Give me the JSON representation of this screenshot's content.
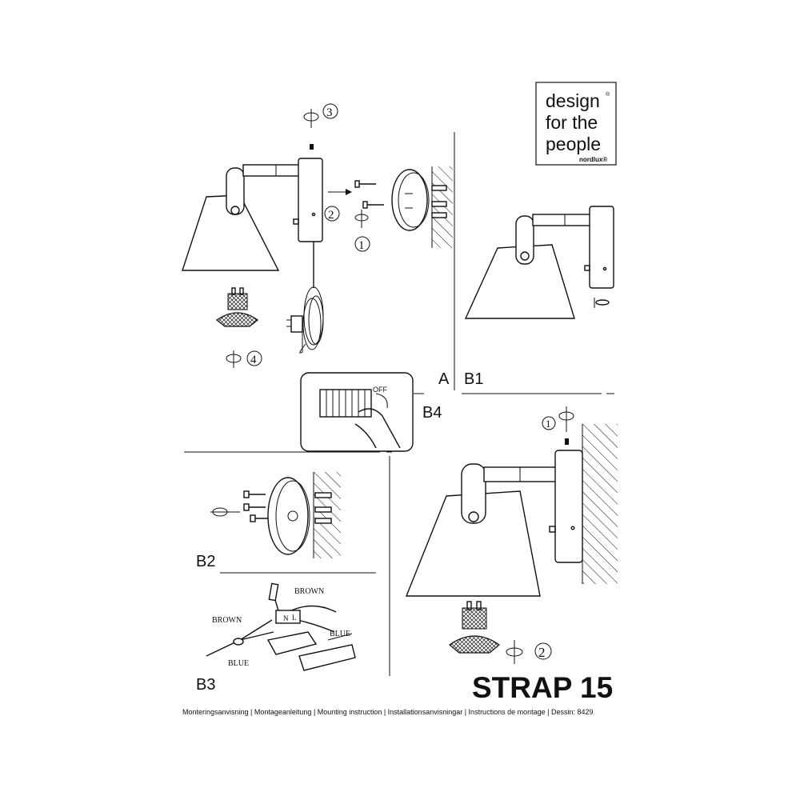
{
  "brand": {
    "logo_line1": "design",
    "logo_line2": "for the",
    "logo_line3": "people",
    "logo_mark": "®",
    "logo_sub": "nordlux®"
  },
  "product": {
    "title": "STRAP 15"
  },
  "footer": {
    "text": "Monteringsanvisning | Montageanleitung | Mounting instruction | Installationsanvisningar | Instructions de montage | Dessin: 8429"
  },
  "sections": {
    "a": "A",
    "b1": "B1",
    "b2": "B2",
    "b3": "B3",
    "b4": "B4"
  },
  "steps": {
    "s1": "1",
    "s2": "2",
    "s3": "3",
    "s4": "4",
    "b_s1": "1",
    "b_s2": "2"
  },
  "callouts": {
    "off": "OFF",
    "brown_a": "BROWN",
    "brown_b": "BROWN",
    "blue_a": "BLUE",
    "blue_b": "BLUE",
    "n": "N",
    "l": "L"
  }
}
